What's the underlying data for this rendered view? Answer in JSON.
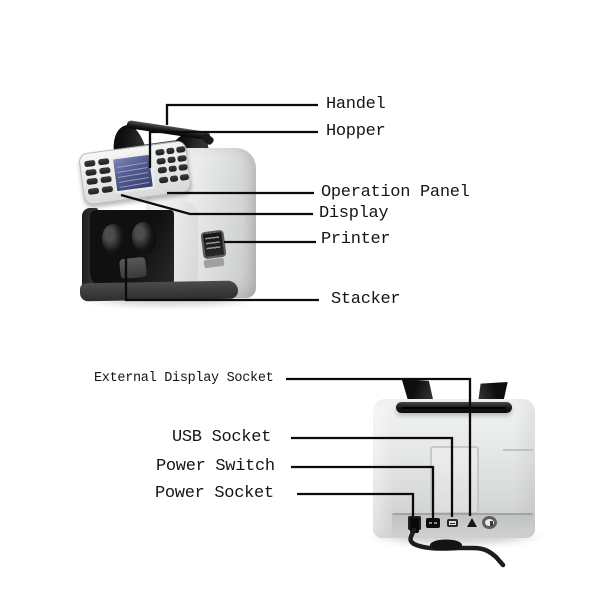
{
  "diagram": {
    "kind": "labeled-parts-diagram",
    "background": "#ffffff"
  },
  "callouts": {
    "front": [
      {
        "id": "handel",
        "label": "Handel"
      },
      {
        "id": "hopper",
        "label": "Hopper"
      },
      {
        "id": "operation-panel",
        "label": "Operation Panel"
      },
      {
        "id": "display",
        "label": "Display"
      },
      {
        "id": "printer",
        "label": "Printer"
      },
      {
        "id": "stacker",
        "label": "Stacker"
      }
    ],
    "back": [
      {
        "id": "external-display-socket",
        "label": "External Display Socket"
      },
      {
        "id": "usb-socket",
        "label": "USB Socket"
      },
      {
        "id": "power-switch",
        "label": "Power Switch"
      },
      {
        "id": "power-socket",
        "label": "Power Socket"
      }
    ]
  },
  "colors": {
    "callout_line": "#0b0b0b",
    "label_text": "#151515",
    "machine_body_light": "#f1f3f2",
    "machine_body_dark": "#c9cbca",
    "plastic_black": "#141415",
    "lcd_screen_blue": "#555e91",
    "base_gray": "#3a3b3c",
    "background": "#ffffff"
  }
}
